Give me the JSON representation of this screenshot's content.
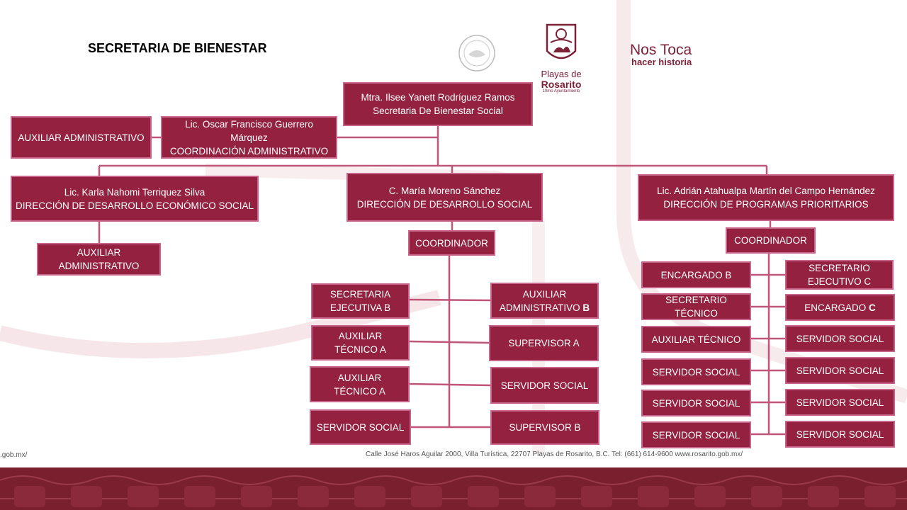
{
  "page": {
    "title": "SECRETARIA DE BIENESTAR"
  },
  "colors": {
    "box_fill": "#93213f",
    "box_border": "#c7658a",
    "line": "#c0557a",
    "brand": "#7d2138"
  },
  "logos": {
    "rosarito": {
      "line1": "Playas de",
      "line2": "Rosarito",
      "line3": "10mo Ayuntamiento"
    },
    "slogan": {
      "line1": "Nos Toca",
      "line2": "hacer historia"
    }
  },
  "boxes": {
    "secretaria": {
      "lines": [
        "Mtra. Ilsee Yanett Rodríguez Ramos",
        "Secretaria De Bienestar Social"
      ]
    },
    "coord_admin": {
      "lines": [
        "Lic. Oscar Francisco Guerrero",
        "Márquez",
        "COORDINACIÓN ADMINISTRATIVO"
      ]
    },
    "aux_admin_top": {
      "lines": [
        "AUXILIAR ADMINISTRATIVO"
      ]
    },
    "dir_economico": {
      "lines": [
        "Lic. Karla Nahomi Terriquez Silva",
        "DIRECCIÓN DE DESARROLLO ECONÓMICO SOCIAL"
      ]
    },
    "aux_admin_eco": {
      "lines": [
        "AUXILIAR",
        "ADMINISTRATIVO"
      ]
    },
    "dir_social": {
      "lines": [
        "C. María Moreno Sánchez",
        "DIRECCIÓN DE DESARROLLO SOCIAL"
      ]
    },
    "coord_social": {
      "lines": [
        "COORDINADOR"
      ]
    },
    "sec_ejec_b": {
      "lines": [
        "SECRETARIA",
        "EJECUTIVA B"
      ]
    },
    "aux_admin_b": {
      "lines": [
        "AUXILIAR",
        "ADMINISTRATIVO "
      ],
      "extra": "B"
    },
    "aux_tec_a1": {
      "lines": [
        "AUXILIAR",
        "TÉCNICO A"
      ]
    },
    "supervisor_a": {
      "lines": [
        "SUPERVISOR A"
      ]
    },
    "aux_tec_a2": {
      "lines": [
        "AUXILIAR",
        "TÉCNICO A"
      ]
    },
    "serv_social_m1": {
      "lines": [
        "SERVIDOR SOCIAL"
      ]
    },
    "serv_social_m2": {
      "lines": [
        "SERVIDOR SOCIAL"
      ]
    },
    "supervisor_b": {
      "lines": [
        "SUPERVISOR B"
      ]
    },
    "dir_prog": {
      "lines": [
        "Lic. Adrián Atahualpa Martín del Campo Hernández",
        "DIRECCIÓN DE PROGRAMAS PRIORITARIOS"
      ]
    },
    "coord_prog": {
      "lines": [
        "COORDINADOR"
      ]
    },
    "encargado_b": {
      "lines": [
        "ENCARGADO B"
      ]
    },
    "sec_ejec_c": {
      "lines": [
        "SECRETARIO",
        "EJECUTIVO C"
      ]
    },
    "sec_tecnico": {
      "lines": [
        "SECRETARIO",
        "TÉCNICO"
      ]
    },
    "encargado_c": {
      "lines": [
        "ENCARGADO "
      ],
      "extra": "C"
    },
    "aux_tecnico": {
      "lines": [
        "AUXILIAR TÉCNICO"
      ]
    },
    "serv_r1": {
      "lines": [
        "SERVIDOR SOCIAL"
      ]
    },
    "serv_l2": {
      "lines": [
        "SERVIDOR SOCIAL"
      ]
    },
    "serv_r2": {
      "lines": [
        "SERVIDOR SOCIAL"
      ]
    },
    "serv_l3": {
      "lines": [
        "SERVIDOR SOCIAL"
      ]
    },
    "serv_r3": {
      "lines": [
        "SERVIDOR SOCIAL"
      ]
    },
    "serv_l4": {
      "lines": [
        "SERVIDOR SOCIAL"
      ]
    },
    "serv_r4": {
      "lines": [
        "SERVIDOR SOCIAL"
      ]
    }
  },
  "footer": {
    "address": "Calle José Haros Aguilar 2000, Villa Turística, 22707 Playas de Rosarito, B.C. Tel: (661) 614-9600  www.rosarito.gob.mx/",
    "left_url": ".gob.mx/"
  }
}
